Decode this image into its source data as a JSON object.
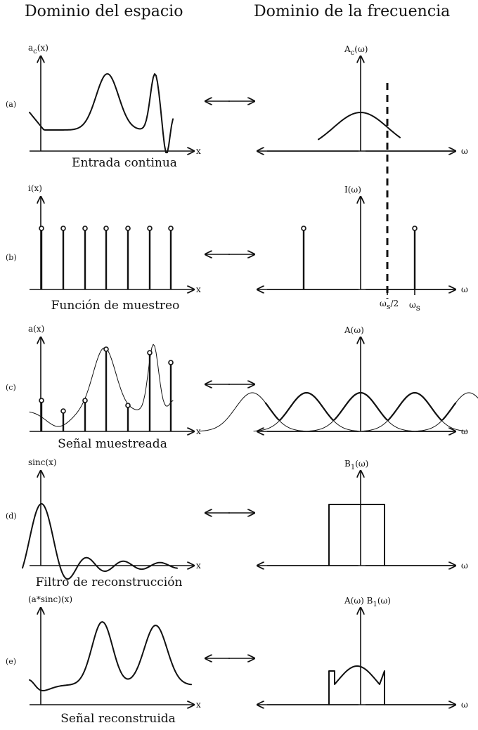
{
  "headers": {
    "left": "Dominio del espacio",
    "right": "Dominio de la frecuencia"
  },
  "rows": [
    {
      "label": "(a)",
      "left_ylabel": "a",
      "left_ylabel_sub": "c",
      "left_ylabel_arg": "(x)",
      "right_ylabel": "A",
      "right_ylabel_sub": "c",
      "right_ylabel_arg": "(ω)",
      "caption": "Entrada continua"
    },
    {
      "label": "(b)",
      "left_ylabel": "i(x)",
      "left_ylabel_sub": "",
      "left_ylabel_arg": "",
      "right_ylabel": "I(ω)",
      "right_ylabel_sub": "",
      "right_ylabel_arg": "",
      "caption": "Función de muestreo"
    },
    {
      "label": "(c)",
      "left_ylabel": "a(x)",
      "left_ylabel_sub": "",
      "left_ylabel_arg": "",
      "right_ylabel": "A(ω)",
      "right_ylabel_sub": "",
      "right_ylabel_arg": "",
      "caption": "Señal muestreada"
    },
    {
      "label": "(d)",
      "left_ylabel": "sinc(x)",
      "left_ylabel_sub": "",
      "left_ylabel_arg": "",
      "right_ylabel": "B",
      "right_ylabel_sub": "1",
      "right_ylabel_arg": "(ω)",
      "caption": "Filtro de reconstrucción"
    },
    {
      "label": "(e)",
      "left_ylabel": "(a*sinc)(x)",
      "left_ylabel_sub": "",
      "left_ylabel_arg": "",
      "right_ylabel": "A(ω) B",
      "right_ylabel_sub": "1",
      "right_ylabel_arg": "(ω)",
      "caption": "Señal reconstruida"
    }
  ],
  "x_axis_label": "x",
  "omega_axis_label": "ω",
  "ws_half_label": {
    "main": "ω",
    "sub": "s",
    "suffix": "/2"
  },
  "ws_label": {
    "main": "ω",
    "sub": "s"
  }
}
